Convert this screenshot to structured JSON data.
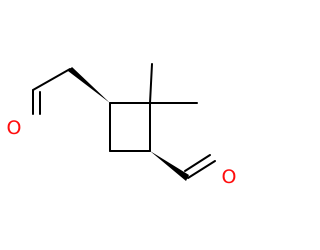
{
  "molecule": {
    "atoms": [
      {
        "id": "o1",
        "element": "O",
        "color": "#ff0d0d"
      },
      {
        "id": "o2",
        "element": "O",
        "color": "#ff0d0d"
      }
    ],
    "bond_color": "#000000",
    "stereo_bonds": [
      "wedge",
      "wedge"
    ]
  }
}
